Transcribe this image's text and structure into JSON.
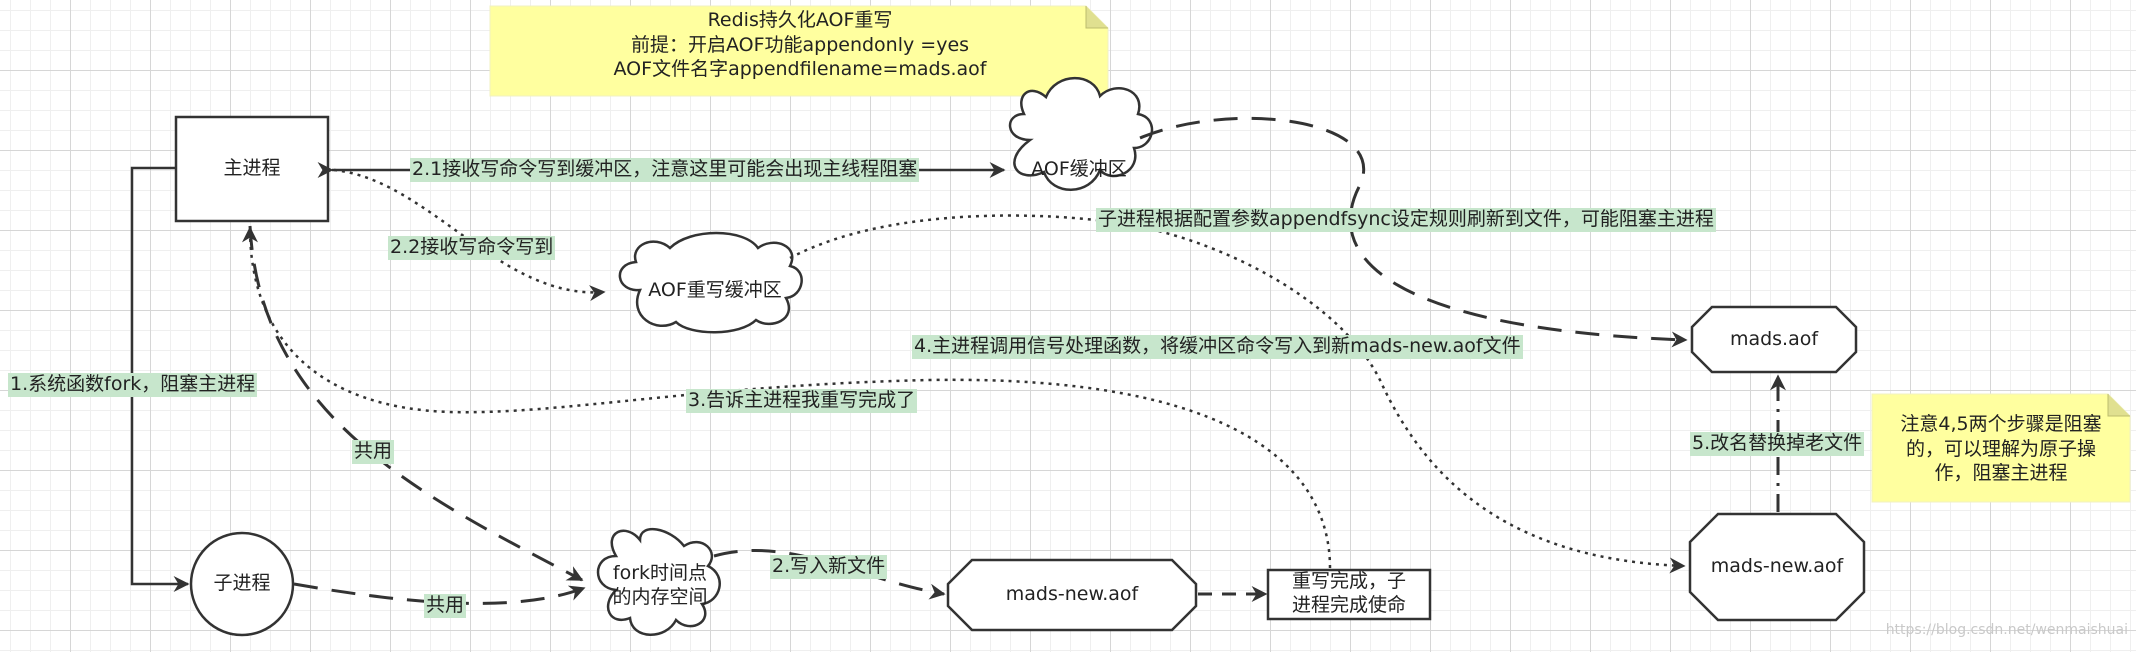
{
  "note_top": {
    "line1": "Redis持久化AOF重写",
    "line2": "前提：开启AOF功能appendonly =yes",
    "line3": "AOF文件名字appendfilename=mads.aof"
  },
  "note_right": {
    "line1": "注意4,5两个步骤是阻塞",
    "line2": "的，可以理解为原子操",
    "line3": "作，阻塞主进程"
  },
  "nodes": {
    "main_process": "主进程",
    "child_process": "子进程",
    "aof_buffer": "AOF缓冲区",
    "aof_rewrite_buffer": "AOF重写缓冲区",
    "fork_memory_line1": "fork时间点",
    "fork_memory_line2": "的内存空间",
    "mads_new_aof_mid": "mads-new.aof",
    "rewrite_done_line1": "重写完成，子",
    "rewrite_done_line2": "进程完成使命",
    "mads_aof": "mads.aof",
    "mads_new_aof_right": "mads-new.aof"
  },
  "edges": {
    "step_2_1": "2.1接收写命令写到缓冲区，注意这里可能会出现主线程阻塞",
    "step_2_2": "2.2接收写命令写到",
    "child_fsync": "子进程根据配置参数appendfsync设定规则刷新到文件，可能阻塞主进程",
    "step_1": "1.系统函数fork，阻塞主进程",
    "step_4": "4.主进程调用信号处理函数，将缓冲区命令写入到新mads-new.aof文件",
    "step_3": "3.告诉主进程我重写完成了",
    "shared_upper": "共用",
    "shared_lower": "共用",
    "step_2_write": "2.写入新文件",
    "step_5": "5.改名替换掉老文件"
  },
  "watermark": "https://blog.csdn.net/wenmaishuai",
  "colors": {
    "note_fill": "#ffff9f",
    "edge_label_bg": "#c7e6cc",
    "stroke": "#333333"
  }
}
